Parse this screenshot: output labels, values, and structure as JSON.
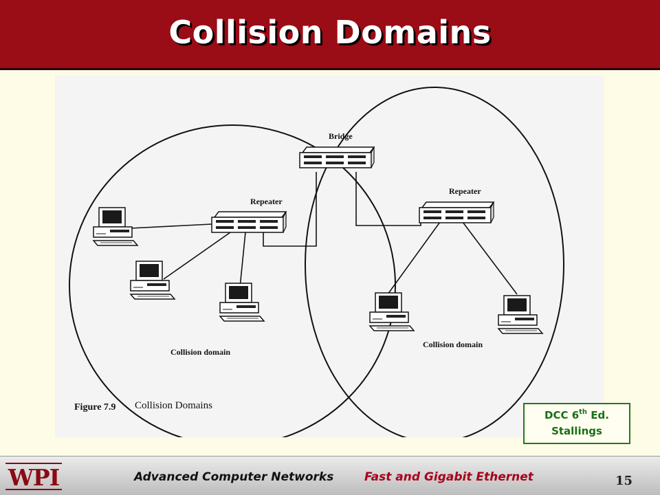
{
  "slide": {
    "title": "Collision Domains"
  },
  "figure": {
    "caption_label": "Figure 7.9",
    "caption_text": "Collision Domains",
    "bridge_label": "Bridge",
    "repeater_left_label": "Repeater",
    "repeater_right_label": "Repeater",
    "collision_left_label": "Collision domain",
    "collision_right_label": "Collision domain"
  },
  "citation": {
    "line1_prefix": "DCC 6",
    "line1_sup": "th",
    "line1_suffix": " Ed.",
    "line2": "Stallings"
  },
  "footer": {
    "logo_text": "WPI",
    "course": "Advanced Computer Networks",
    "topic": "Fast and Gigabit Ethernet",
    "page": "15"
  },
  "colors": {
    "header": "#9a0c16",
    "background": "#fefbe6",
    "citation_border": "#1f7a1f",
    "topic": "#a8001a"
  }
}
